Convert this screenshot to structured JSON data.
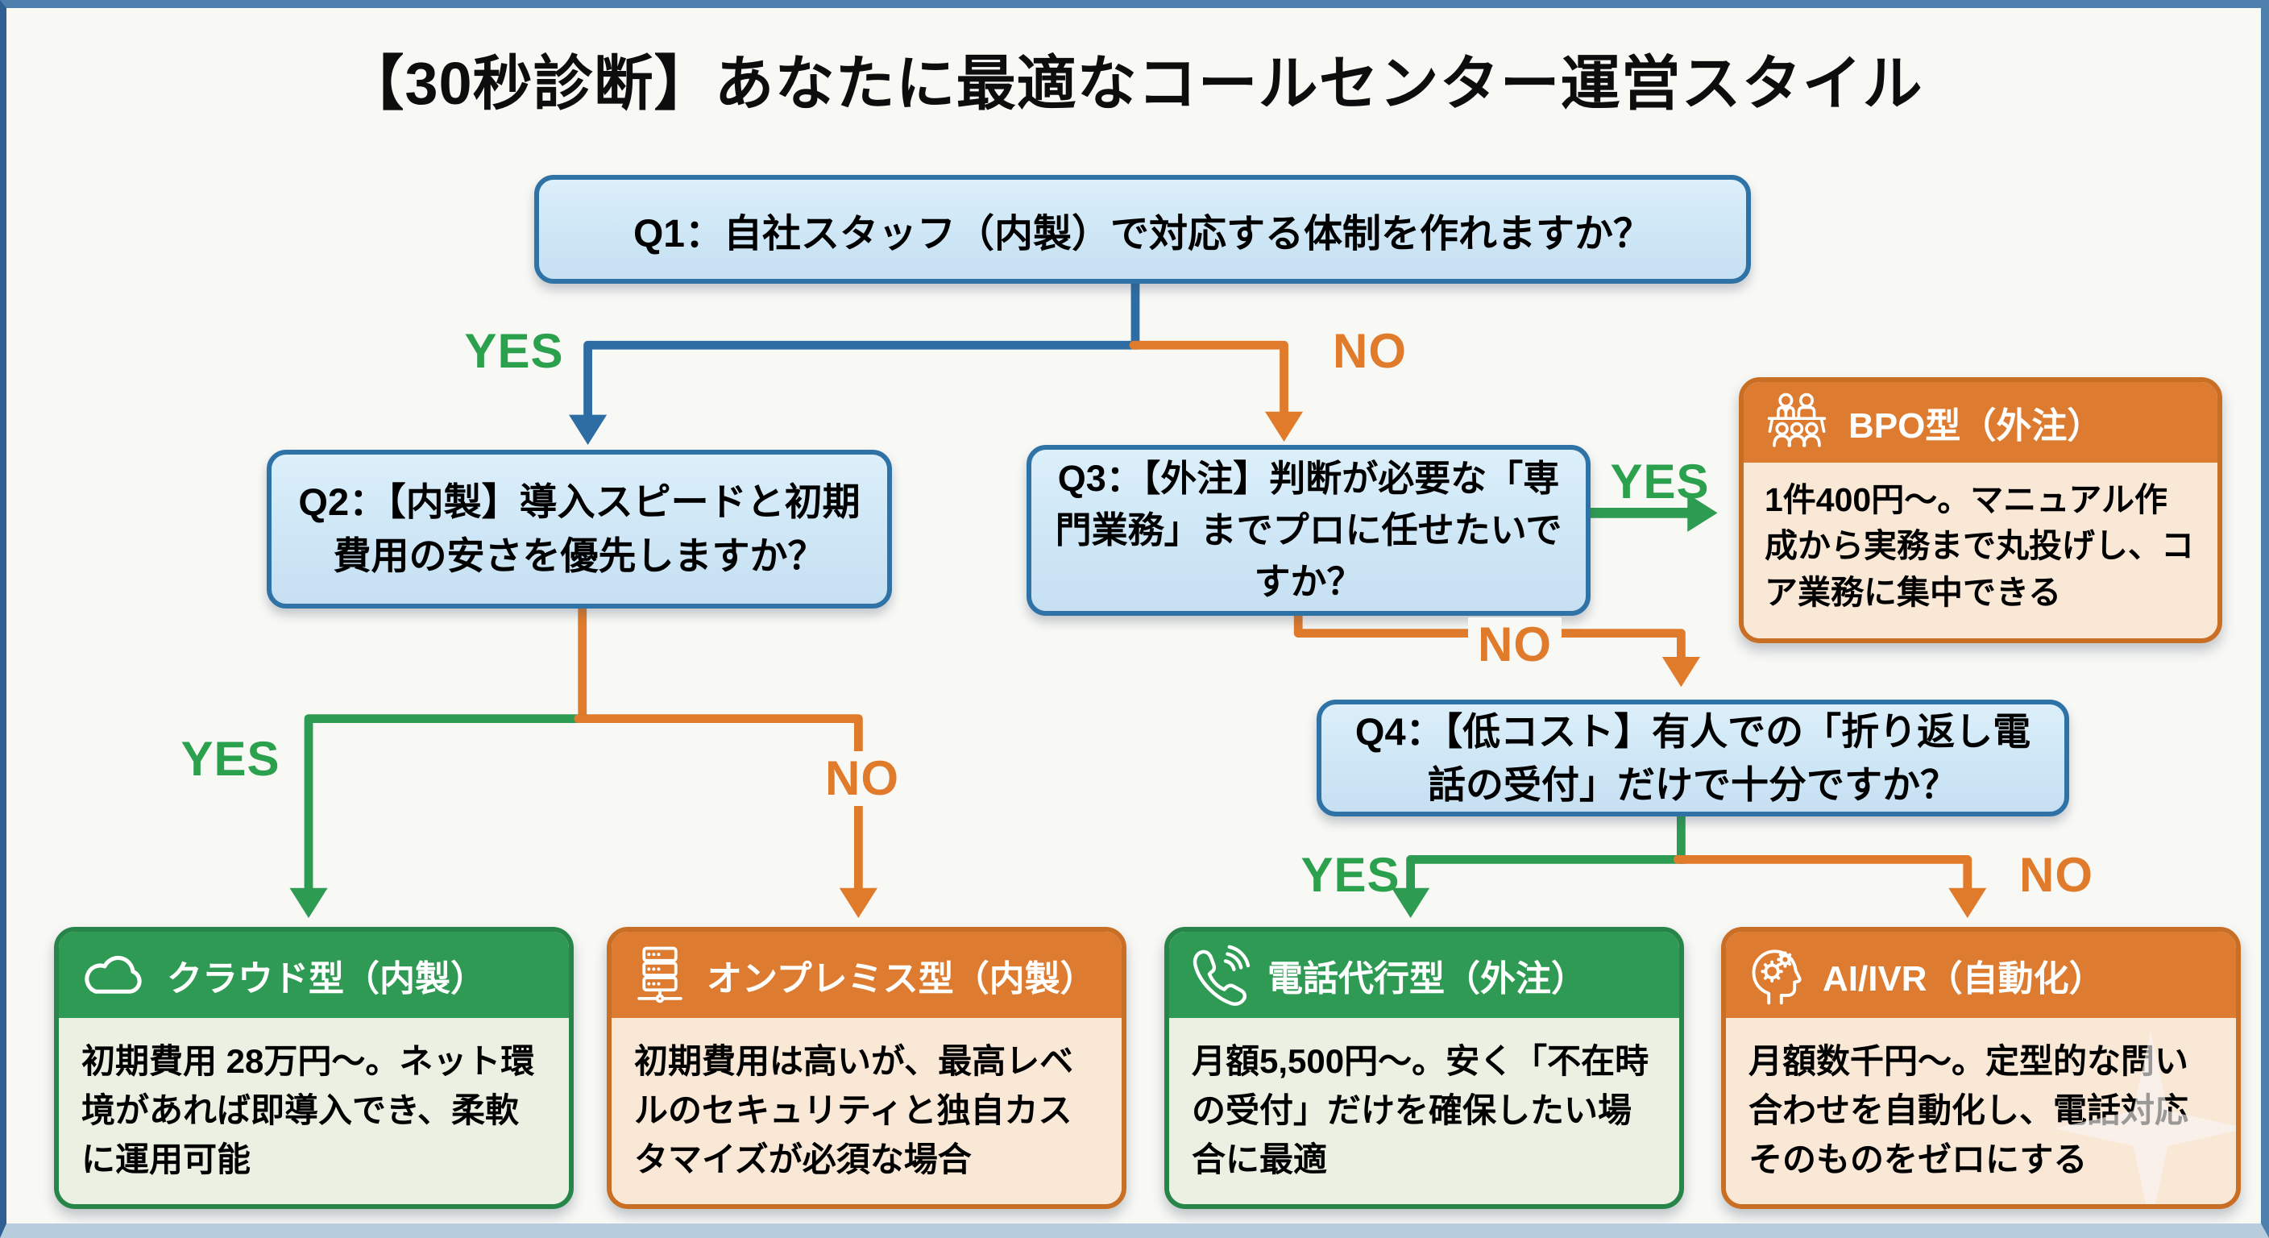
{
  "title": "【30秒診断】あなたに最適なコールセンター運営スタイル",
  "labels": {
    "yes": "YES",
    "no": "NO"
  },
  "questions": {
    "q1": {
      "text": "Q1：自社スタッフ（内製）で対応する体制を作れますか？"
    },
    "q2": {
      "text": "Q2：【内製】導入スピードと初期費用の安さを優先しますか？"
    },
    "q3": {
      "text": "Q3：【外注】判断が必要な「専門業務」までプロに任せたいですか？"
    },
    "q4": {
      "text": "Q4：【低コスト】有人での「折り返し電話の受付」だけで十分ですか？"
    }
  },
  "results": {
    "bpo": {
      "title": "BPO型（外注）",
      "icon": "team-desk-icon",
      "body": "1件400円～。マニュアル作成から実務まで丸投げし、コア業務に集中できる",
      "theme": "orange"
    },
    "cloud": {
      "title": "クラウド型（内製）",
      "icon": "cloud-icon",
      "body": "初期費用 28万円～。ネット環境があれば即導入でき、柔軟に運用可能",
      "theme": "green"
    },
    "onprem": {
      "title": "オンプレミス型（内製）",
      "icon": "server-icon",
      "body": "初期費用は高いが、最高レベルのセキュリティと独自カスタマイズが必須な場合",
      "theme": "orange"
    },
    "tel": {
      "title": "電話代行型（外注）",
      "icon": "phone-icon",
      "body": "月額5,500円～。安く「不在時の受付」だけを確保したい場合に最適",
      "theme": "green"
    },
    "ai": {
      "title": "AI/IVR（自動化）",
      "icon": "ai-head-gears-icon",
      "body": "月額数千円～。定型的な問い合わせを自動化し、電話対応そのものをゼロにする",
      "theme": "orange"
    }
  },
  "colors": {
    "question_fill": "#cfe7f6",
    "question_border": "#2f72a6",
    "line_blue": "#2e6da4",
    "line_green": "#2e9b52",
    "line_orange": "#e07b2b",
    "yes_label": "#2ba14e",
    "no_label": "#e07b2b",
    "green_header": "#2f9a54",
    "green_body": "#eaf0e2",
    "orange_header": "#dd7c31",
    "orange_body": "#fae8d7"
  }
}
